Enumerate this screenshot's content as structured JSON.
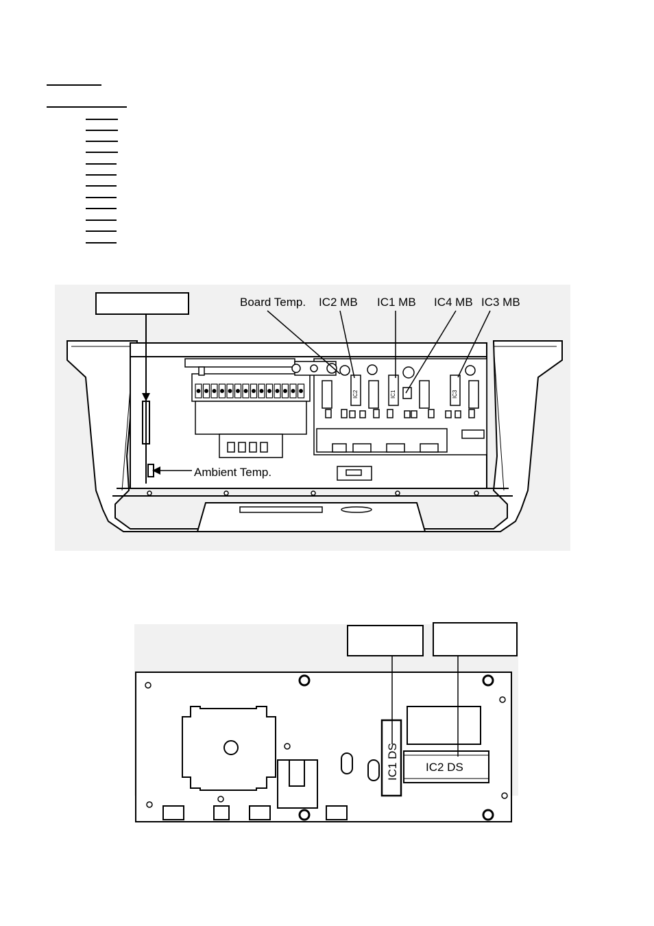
{
  "figure1": {
    "labels": {
      "board_temp": "Board Temp.",
      "ic2_mb": "IC2 MB",
      "ic1_mb": "IC1 MB",
      "ic4_mb": "IC4 MB",
      "ic3_mb": "IC3 MB",
      "ambient_temp": "Ambient Temp."
    },
    "chip_labels": {
      "ic2": "IC2",
      "ic1": "IC1",
      "ic3": "IC3"
    }
  },
  "figure2": {
    "labels": {
      "ic1_ds": "IC1 DS",
      "ic2_ds": "IC2 DS"
    }
  }
}
